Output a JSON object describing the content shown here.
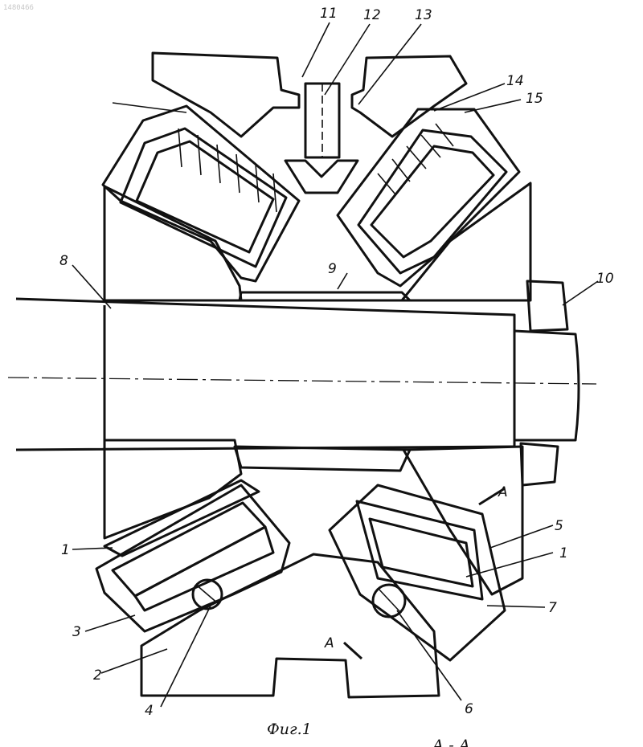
{
  "figure": {
    "caption": "Фиг.1",
    "section_mark": "А - А",
    "watermark": "1480466"
  },
  "labels": [
    {
      "id": "l1a",
      "text": "1"
    },
    {
      "id": "l1b",
      "text": "1"
    },
    {
      "id": "l2",
      "text": "2"
    },
    {
      "id": "l3",
      "text": "3"
    },
    {
      "id": "l4",
      "text": "4"
    },
    {
      "id": "l5",
      "text": "5"
    },
    {
      "id": "l6",
      "text": "6"
    },
    {
      "id": "l7",
      "text": "7"
    },
    {
      "id": "l8",
      "text": "8"
    },
    {
      "id": "l9",
      "text": "9"
    },
    {
      "id": "l10",
      "text": "10"
    },
    {
      "id": "l11",
      "text": "11"
    },
    {
      "id": "l12",
      "text": "12"
    },
    {
      "id": "l13",
      "text": "13"
    },
    {
      "id": "l14",
      "text": "14"
    },
    {
      "id": "l15",
      "text": "15"
    },
    {
      "id": "lA1",
      "text": "А"
    },
    {
      "id": "lA2",
      "text": "А"
    }
  ]
}
